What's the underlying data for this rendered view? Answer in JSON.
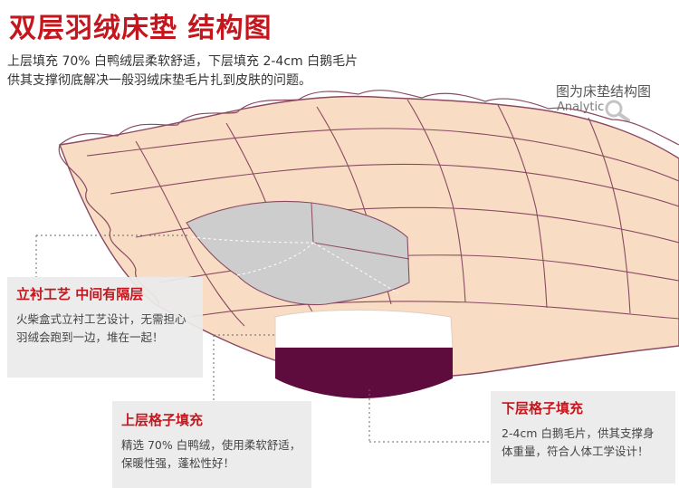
{
  "title": "双层羽绒床垫 结构图",
  "intro": "上层填充 70% 白鸭绒层柔软舒适，下层填充 2-4cm 白鹅毛片供其支撑彻底解决一般羽绒床垫毛片扎到皮肤的问题。",
  "caption": {
    "main": "图为床垫结构图",
    "sub": "Analytic",
    "icon": "magnifier-icon"
  },
  "callouts": {
    "left": {
      "title": "立衬工艺 中间有隔层",
      "text": "火柴盒式立衬工艺设计，无需担心羽绒会跑到一边，堆在一起！"
    },
    "middle": {
      "title": "上层格子填充",
      "text": "精选 70% 白鸭绒，使用柔软舒适，保暖性强，蓬松性好！"
    },
    "right": {
      "title": "下层格子填充",
      "text": "2-4cm 白鹅毛片，供其支撑身体重量，符合人体工学设计！"
    }
  },
  "colors": {
    "title": "#c4161c",
    "fabric": "#f8dcc4",
    "seam": "#8a4a63",
    "cutaway": "#cdcdcd",
    "lower_layer": "#5e0c3e"
  }
}
